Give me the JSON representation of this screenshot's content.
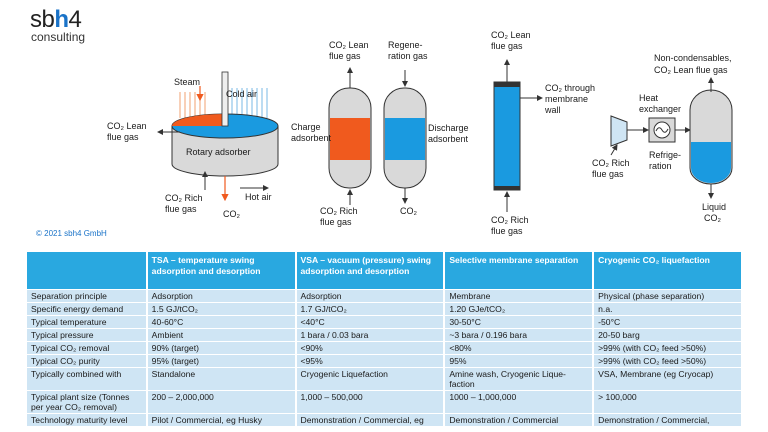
{
  "brand": {
    "logo_prefix": "sb",
    "logo_accent": "h",
    "logo_suffix": "4",
    "subtitle": "consulting"
  },
  "copyright": "© 2021 sbh4 GmbH",
  "diagram": {
    "tsa": {
      "steam": "Steam",
      "cold_air": "Cold air",
      "lean_1": "CO₂ Lean",
      "lean_2": "flue gas",
      "adsorber": "Rotary adsorber",
      "rich_1": "CO₂ Rich",
      "rich_2": "flue gas",
      "co2": "CO₂",
      "hot_air": "Hot air"
    },
    "vsa": {
      "lean_1": "CO₂ Lean",
      "lean_2": "flue gas",
      "regen_1": "Regene-",
      "regen_2": "ration gas",
      "charge_1": "Charge",
      "charge_2": "adsorbent",
      "discharge_1": "Discharge",
      "discharge_2": "adsorbent",
      "rich_1": "CO₂ Rich",
      "rich_2": "flue gas",
      "co2": "CO₂"
    },
    "membrane": {
      "lean_1": "CO₂ Lean",
      "lean_2": "flue gas",
      "through_1": "CO₂ through",
      "through_2": "membrane",
      "through_3": "wall",
      "rich_1": "CO₂ Rich",
      "rich_2": "flue gas"
    },
    "cryo": {
      "noncond_1": "Non-condensables,",
      "noncond_2": "CO₂ Lean flue gas",
      "hx_1": "Heat",
      "hx_2": "exchanger",
      "refrig_1": "Refrige-",
      "refrig_2": "ration",
      "rich_1": "CO₂ Rich",
      "rich_2": "flue gas",
      "liquid_1": "Liquid",
      "liquid_2": "CO₂"
    },
    "colors": {
      "blue": "#1a9ae0",
      "orange": "#f05a1e",
      "grey": "#d9d9d9",
      "stroke": "#333333"
    }
  },
  "table": {
    "headers": [
      "",
      "TSA – temperature swing adsorption and desorption",
      "VSA – vacuum (pressure) swing adsorption and desorption",
      "Selective membrane separation",
      "Cryogenic CO₂ liquefaction"
    ],
    "rows": [
      [
        "Separation principle",
        "Adsorption",
        "Adsorption",
        "Membrane",
        "Physical (phase separation)"
      ],
      [
        "Specific energy demand",
        "1.5 GJ/tCO₂",
        "1.7 GJ/tCO₂",
        "1.20 GJe/tCO₂",
        "n.a."
      ],
      [
        "Typical temperature",
        "40-60°C",
        "<40°C",
        "30-50°C",
        "-50°C"
      ],
      [
        "Typical pressure",
        "Ambient",
        "1 bara / 0.03 bara",
        "~3 bara / 0.196 bara",
        "20-50 barg"
      ],
      [
        "Typical CO₂ removal",
        "90% (target)",
        "<90%",
        "<80%",
        ">99% (with CO₂ feed >50%)"
      ],
      [
        "Typical CO₂ purity",
        "95% (target)",
        "<95%",
        "95%",
        ">99% (with CO₂ feed >50%)"
      ],
      [
        "Typically combined with",
        "Standalone",
        "Cryogenic Liquefaction",
        "Amine wash, Cryogenic Lique-faction",
        "VSA, Membrane (eg Cryocap)"
      ],
      [
        "Typical plant size (Tonnes per year CO₂ removal)",
        "200 – 2,000,000",
        "1,000 – 500,000",
        "1000 – 1,000,000",
        "> 100,000"
      ],
      [
        "Technology maturity level",
        "Pilot / Commercial, eg Husky",
        "Demonstration / Commercial, eg",
        "Demonstration / Commercial",
        "Demonstration / Commercial,"
      ]
    ]
  }
}
